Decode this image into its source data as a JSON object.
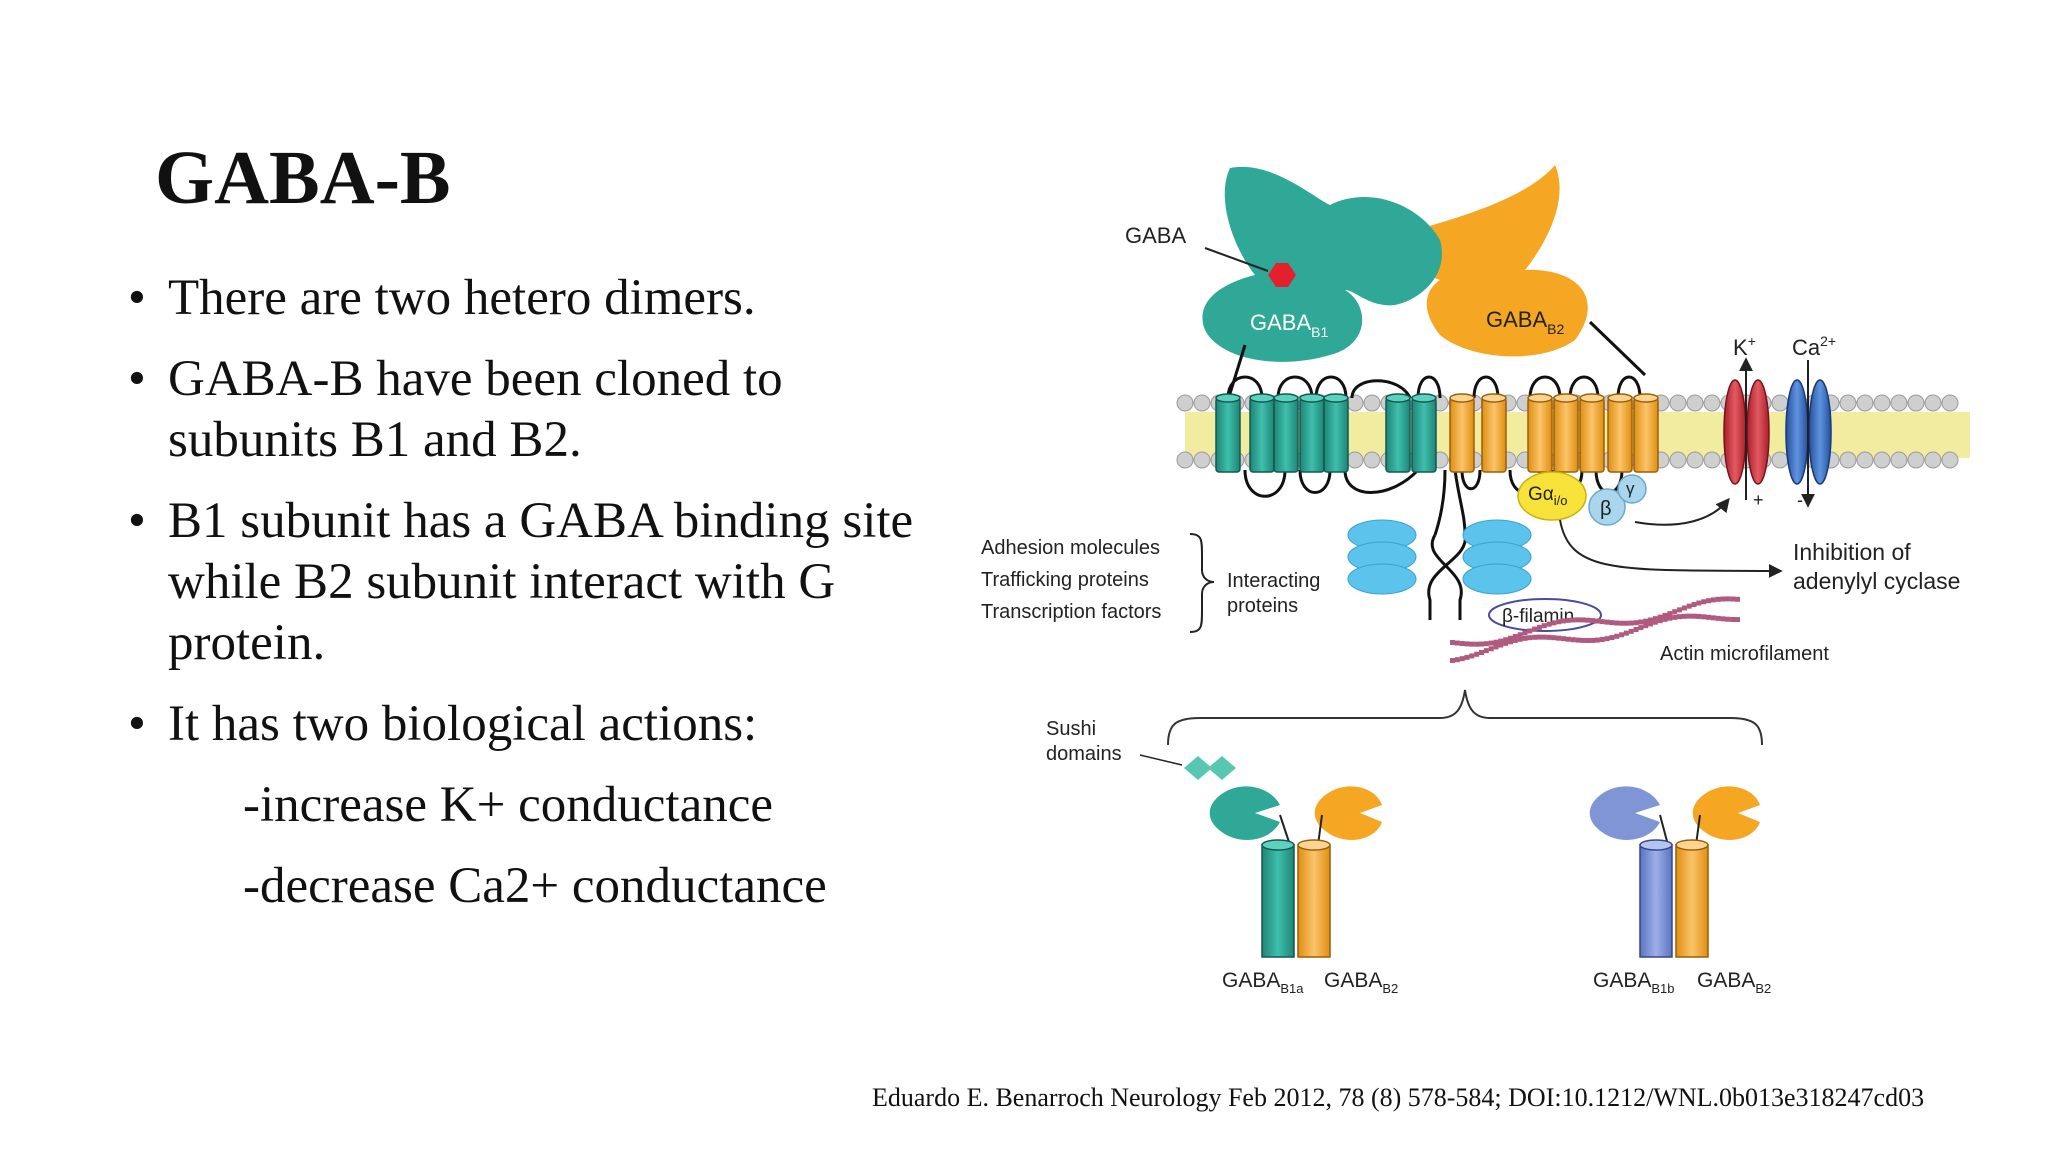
{
  "slide": {
    "title": "GABA-B",
    "bullets": [
      "There are two hetero dimers.",
      "GABA-B have been cloned to subunits B1 and B2.",
      "B1 subunit has a GABA binding site while B2 subunit interact with G protein.",
      "It has two biological actions:"
    ],
    "sub_items": [
      "-increase K+ conductance",
      "-decrease Ca2+ conductance"
    ],
    "bullet_symbol": "•",
    "citation": "Eduardo E. Benarroch Neurology Feb 2012, 78 (8) 578-584; DOI:10.1212/WNL.0b013e318247cd03"
  },
  "figure": {
    "labels": {
      "gaba": "GABA",
      "gaba_b1": "GABA",
      "gaba_b1_sub": "B1",
      "gaba_b2": "GABA",
      "gaba_b2_sub": "B2",
      "k_ion": "K",
      "k_sup": "+",
      "ca_ion": "Ca",
      "ca_sup": "2+",
      "plus": "+",
      "minus": "-",
      "g_alpha": "Gα",
      "g_alpha_sub": "i/o",
      "beta": "β",
      "gamma": "γ",
      "inhibition_1": "Inhibition of",
      "inhibition_2": "adenylyl cyclase",
      "adhesion": "Adhesion molecules",
      "trafficking": "Trafficking proteins",
      "transcription": "Transcription factors",
      "interacting_1": "Interacting",
      "interacting_2": "proteins",
      "beta_filamin": "β-filamin",
      "actin": "Actin microfilament",
      "sushi_1": "Sushi",
      "sushi_2": "domains",
      "isoform_b1a": "GABA",
      "isoform_b1a_sub": "B1a",
      "isoform_b2_left": "GABA",
      "isoform_b2_left_sub": "B2",
      "isoform_b1b": "GABA",
      "isoform_b1b_sub": "B1b",
      "isoform_b2_right": "GABA",
      "isoform_b2_right_sub": "B2"
    },
    "colors": {
      "b1_teal": "#2fa898",
      "b2_orange": "#f5a623",
      "b1b_blue": "#7f95d6",
      "k_channel": "#d33b45",
      "ca_channel": "#3b73c9",
      "g_alpha": "#f7e23a",
      "g_beta_gamma": "#a9d6ec",
      "interacting": "#5bc3ec",
      "actin": "#b05a80",
      "gaba_ligand": "#e4202c",
      "membrane_head": "#c8c8c8",
      "membrane_tail": "#f1eca0"
    }
  }
}
